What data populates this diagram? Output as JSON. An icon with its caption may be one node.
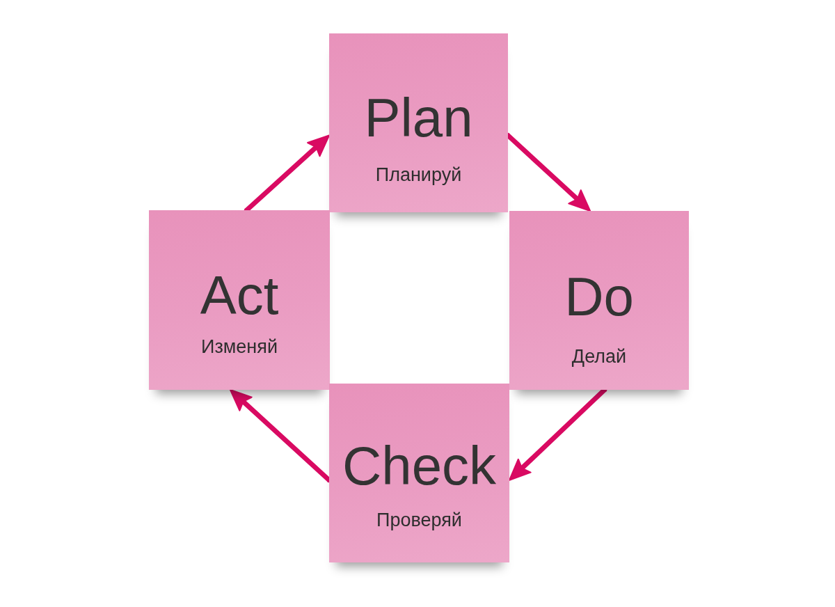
{
  "diagram": {
    "nodes": [
      {
        "text": [
          "Plan",
          "Планируй"
        ]
      },
      {
        "text": [
          "Act",
          "Изменяй"
        ]
      },
      {
        "text": [
          "Do",
          "Делай"
        ]
      },
      {
        "text": [
          "Check",
          "Проверяй"
        ]
      }
    ],
    "edges": [
      {
        "from": 1,
        "to": 0,
        "arrow": "to"
      },
      {
        "from": 0,
        "to": 2,
        "arrow": "to"
      },
      {
        "from": 2,
        "to": 3,
        "arrow": "to"
      },
      {
        "from": 3,
        "to": 1,
        "arrow": "to"
      }
    ]
  }
}
